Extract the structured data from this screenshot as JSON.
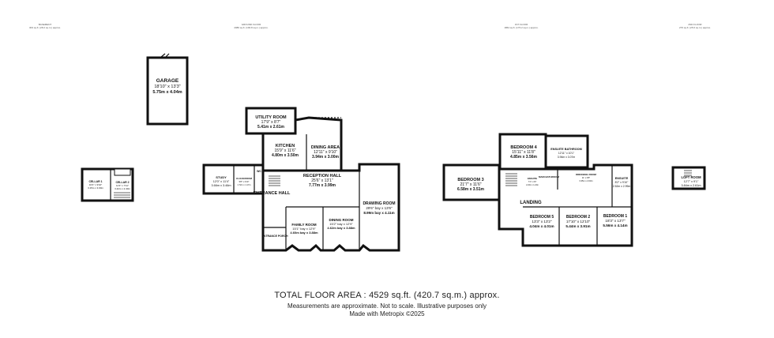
{
  "floors": {
    "basement": {
      "title": "BASEMENT",
      "area": "303 sq.ft. (28.2 sq.m.) approx."
    },
    "ground": {
      "title": "GROUND FLOOR",
      "area": "2086 sq.ft. (193.8 sq.m.) approx."
    },
    "first": {
      "title": "1ST FLOOR",
      "area": "1864 sq.ft. (173.2 sq.m.) approx."
    },
    "second": {
      "title": "2ND FLOOR",
      "area": "276 sq.ft. (25.6 sq.m.) approx."
    }
  },
  "rooms": {
    "garage": {
      "name": "GARAGE",
      "imperial": "18'10\" x 13'3\"",
      "metric": "5.75m x 4.04m"
    },
    "cellar1": {
      "name": "CELLAR 1",
      "imperial": "10'4\" x 9'10\"",
      "metric": "3.15m x 3.00m"
    },
    "cellar2": {
      "name": "CELLAR 2",
      "imperial": "11'3\" x 7'11\"",
      "metric": "3.42m x 2.40m"
    },
    "utility": {
      "name": "UTILITY ROOM",
      "imperial": "17'9\" x 8'7\"",
      "metric": "5.41m x 2.61m"
    },
    "kitchen": {
      "name": "KITCHEN",
      "imperial": "15'9\" x 11'6\"",
      "metric": "4.80m x 3.50m"
    },
    "dining_area": {
      "name": "DINING AREA",
      "imperial": "12'11\" x 9'10\"",
      "metric": "3.94m x 3.00m"
    },
    "study": {
      "name": "STUDY",
      "imperial": "12'0\" x 11'4\"",
      "metric": "3.66m x 3.46m"
    },
    "cloakroom": {
      "name": "CLOAKROOM",
      "imperial": "5'8\" x 3'10\"",
      "metric": "1.72m x 1.17m"
    },
    "wc": {
      "name": "WC"
    },
    "reception": {
      "name": "RECEPTION HALL",
      "imperial": "25'6\" x 13'1\"",
      "metric": "7.77m x 3.99m"
    },
    "entrance_hall": {
      "name": "ENTRANCE HALL"
    },
    "drawing": {
      "name": "DRAWING ROOM",
      "imperial": "29'6\" bay x 13'6\"",
      "metric": "8.99m bay x 4.11m"
    },
    "family": {
      "name": "FAMILY ROOM",
      "imperial": "15'1\" bay x 12'9\"",
      "metric": "4.60m bay x 3.88m"
    },
    "dining_room": {
      "name": "DINING ROOM",
      "imperial": "15'2\" bay x 12'9\"",
      "metric": "4.62m bay x 3.88m"
    },
    "entrance_porch": {
      "name": "ENTRANCE PORCH"
    },
    "bedroom3": {
      "name": "BEDROOM 3",
      "imperial": "21'7\" x 11'6\"",
      "metric": "6.58m x 3.51m"
    },
    "bedroom4": {
      "name": "BEDROOM 4",
      "imperial": "15'11\" x 11'8\"",
      "metric": "4.85m x 3.56m"
    },
    "ensuite_bath": {
      "name": "ENSUITE BATHROOM",
      "imperial": "12'11\" x 10'1\"",
      "metric": "3.94m x 3.07m"
    },
    "dressing": {
      "name": "DRESSING ROOM",
      "imperial": "11' x 6'8\"",
      "metric": "3.35m x 2.03m"
    },
    "ensuite": {
      "name": "ENSUITE",
      "imperial": "8'2\" x 9'10\"",
      "metric": "2.52m x 2.99m"
    },
    "ensuite_small": {
      "name": "ENSUITE",
      "imperial": "7'4\" x 4'0\"",
      "metric": "2.24m x 1.22m"
    },
    "main_bathroom": {
      "name": "MAIN BATHROOM"
    },
    "landing": {
      "name": "LANDING"
    },
    "bedroom5": {
      "name": "BEDROOM 5",
      "imperial": "13'3\" x 13'2\"",
      "metric": "4.04m x 4.01m"
    },
    "bedroom2": {
      "name": "BEDROOM 2",
      "imperial": "17'10\" x 12'10\"",
      "metric": "5.44m x 3.91m"
    },
    "bedroom1": {
      "name": "BEDROOM 1",
      "imperial": "18'3\" x 13'7\"",
      "metric": "5.56m x 4.14m"
    },
    "loft": {
      "name": "LOFT ROOM",
      "imperial": "12'7\" x 9'1\"",
      "metric": "3.84m x 2.61m"
    }
  },
  "footer": {
    "total": "TOTAL FLOOR AREA : 4529 sq.ft. (420.7 sq.m.) approx.",
    "note": "Measurements are approximate.  Not to scale.  Illustrative purposes only",
    "made": "Made with Metropix ©2025"
  }
}
